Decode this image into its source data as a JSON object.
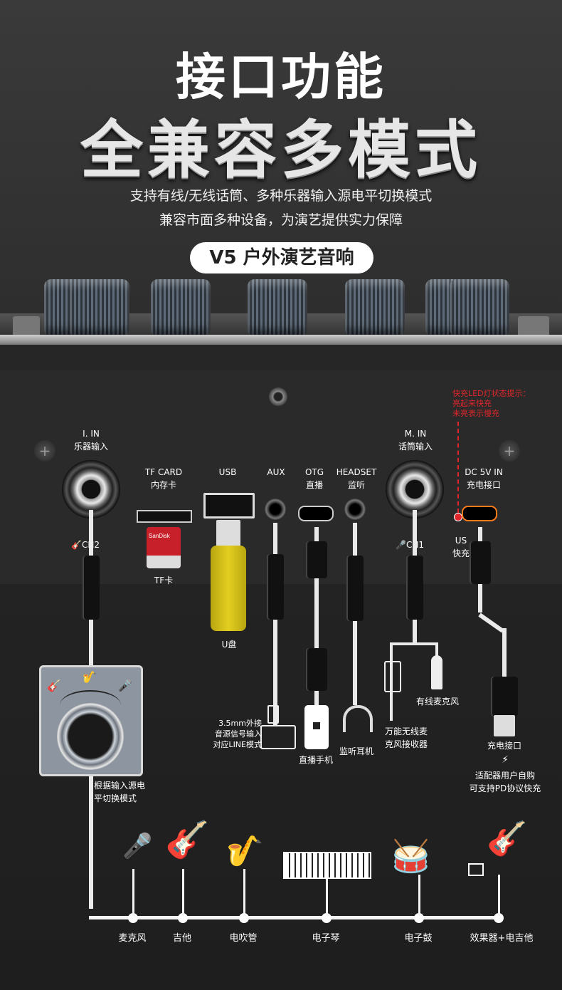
{
  "title_line1": "接口功能",
  "title_line2": "全兼容多模式",
  "subtitle_line1": "支持有线/无线话筒、多种乐器输入源电平切换模式",
  "subtitle_line2": "兼容市面多种设备，为演艺提供实力保障",
  "product_pill": "V5 户外演艺音响",
  "ports": {
    "inst_in_en": "I. IN",
    "inst_in_cn": "乐器输入",
    "tf_en": "TF CARD",
    "tf_cn": "内存卡",
    "usb": "USB",
    "aux": "AUX",
    "otg_en": "OTG",
    "otg_cn": "直播",
    "headset_en": "HEADSET",
    "headset_cn": "监听",
    "mic_in_en": "M. IN",
    "mic_in_cn": "话筒输入",
    "dc_en": "DC 5V IN",
    "dc_cn": "充电接口",
    "ch2": "CH2",
    "ch1": "CH1",
    "usb_fast_l1": "US",
    "usb_fast_l2": "快充"
  },
  "led_note": [
    "快充LED灯状态提示：",
    "亮起来快充",
    "未亮表示慢充"
  ],
  "devices": {
    "tf_card": "TF卡",
    "tf_brand": "SanDisk",
    "u_disk": "U盘",
    "aux_note": [
      "3.5mm外接",
      "音源信号输入",
      "对应LINE模式"
    ],
    "phone": "直播手机",
    "headphones": "监听耳机",
    "wired_mic": "有线麦克风",
    "wireless_rx": [
      "万能无线麦",
      "克风接收器"
    ],
    "charge_port": "充电接口",
    "adapter_note": [
      "适配器用户自购",
      "可支持PD协议快充"
    ],
    "switch_note": [
      "根据输入源电",
      "平切换模式"
    ]
  },
  "bottom_instruments": [
    "麦克风",
    "吉他",
    "电吹管",
    "电子琴",
    "电子鼓",
    "效果器+电吉他"
  ],
  "colors": {
    "led_red": "#e0262a",
    "usb_yellow": "#d8c21a",
    "charge_orange": "#ff7a1a"
  }
}
